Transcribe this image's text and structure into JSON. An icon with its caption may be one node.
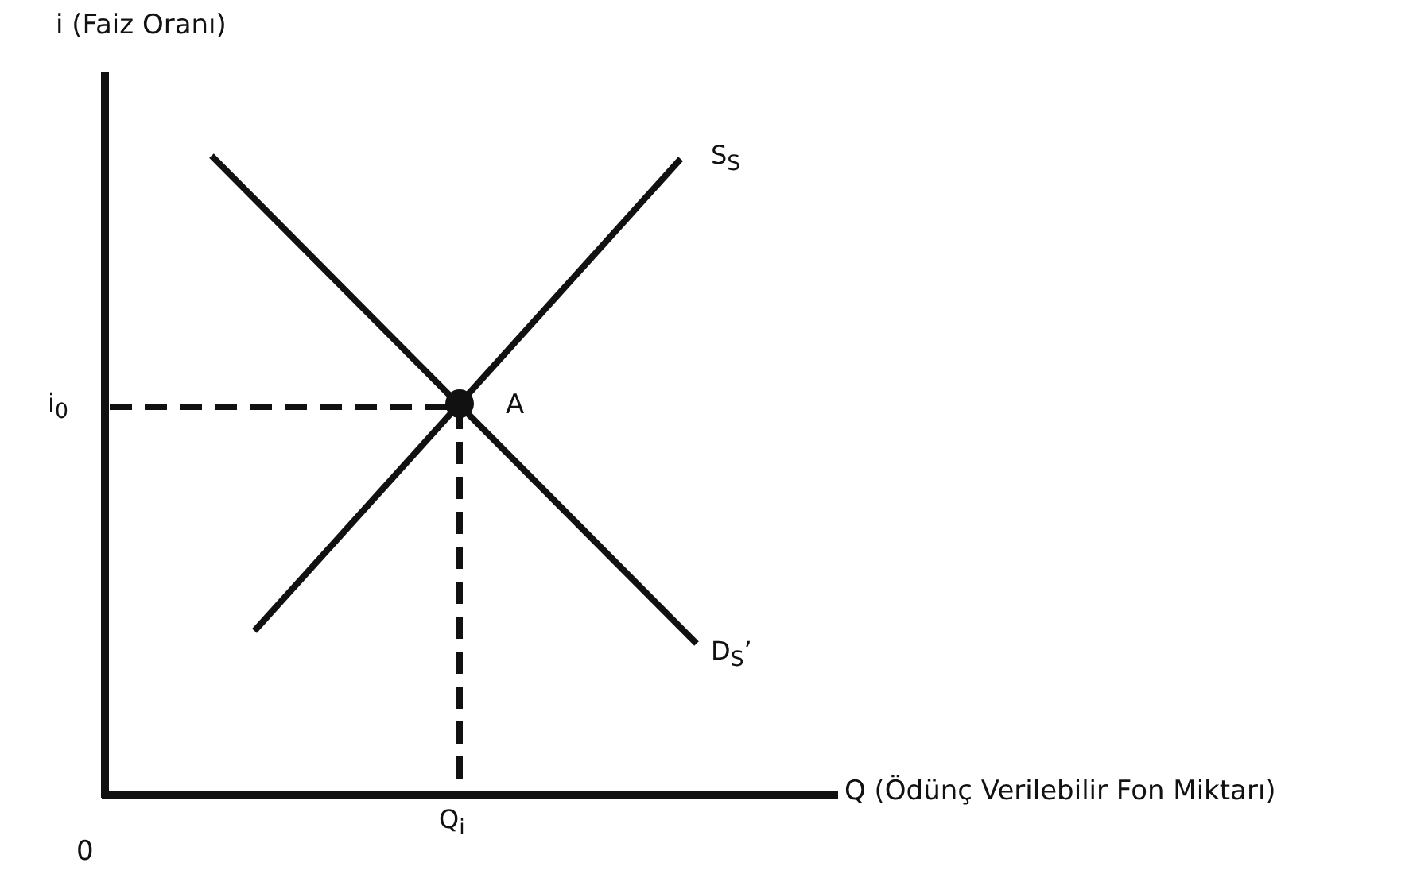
{
  "diagram": {
    "labels": [
      "i (Faiz Oranı)",
      "S$_{S}$",
      "i$_{0}$",
      "A",
      "D$_{S}$’",
      "Q (Ödünç Verilebilir Fon Miktarı)",
      "0",
      "Q$_{i}$"
    ]
  }
}
